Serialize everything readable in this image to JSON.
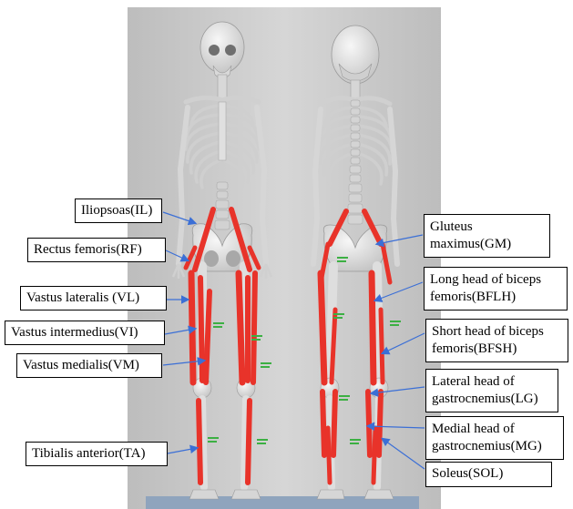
{
  "left_labels": [
    {
      "id": "IL",
      "text": "Iliopsoas(IL)"
    },
    {
      "id": "RF",
      "text": "Rectus femoris(RF)"
    },
    {
      "id": "VL",
      "text": "Vastus lateralis (VL)"
    },
    {
      "id": "VI",
      "text": "Vastus intermedius(VI)"
    },
    {
      "id": "VM",
      "text": "Vastus medialis(VM)"
    },
    {
      "id": "TA",
      "text": "Tibialis anterior(TA)"
    }
  ],
  "right_labels": [
    {
      "id": "GM",
      "lines": [
        "Gluteus",
        "maximus(GM)"
      ]
    },
    {
      "id": "BFLH",
      "lines": [
        "Long head of biceps",
        "femoris(BFLH)"
      ]
    },
    {
      "id": "BFSH",
      "lines": [
        "Short head of biceps",
        "femoris(BFSH)"
      ]
    },
    {
      "id": "LG",
      "lines": [
        "Lateral head of",
        "gastrocnemius(LG)"
      ]
    },
    {
      "id": "MG",
      "lines": [
        "Medial head of",
        "gastrocnemius(MG)"
      ]
    },
    {
      "id": "SOL",
      "lines": [
        "Soleus(SOL)"
      ]
    }
  ],
  "colors": {
    "muscle": "#e8332a",
    "bone": "#e3e3e3",
    "background": "#c9c9c9",
    "arrow": "#3b6fd6"
  }
}
